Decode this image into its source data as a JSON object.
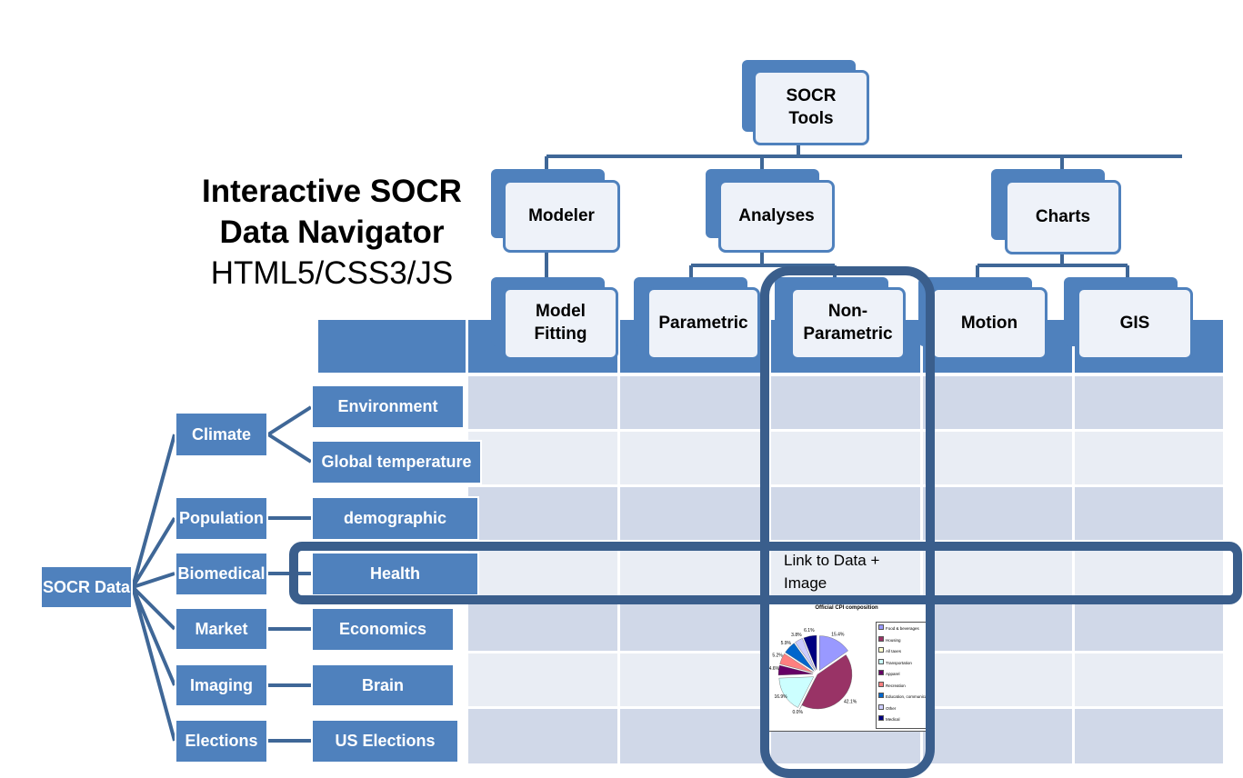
{
  "title": {
    "line1": "Interactive SOCR",
    "line2": "Data Navigator",
    "line3": "HTML5/CSS3/JS"
  },
  "tools_tree": {
    "root": "SOCR\nTools",
    "level1": [
      "Modeler",
      "Analyses",
      "Charts"
    ],
    "level2": [
      "Model\nFitting",
      "Parametric",
      "Non-\nParametric",
      "Motion",
      "GIS"
    ]
  },
  "data_tree": {
    "root": "SOCR Data",
    "categories": [
      "Climate",
      "Population",
      "Biomedical",
      "Market",
      "Imaging",
      "Elections"
    ],
    "subcategories": [
      "Environment",
      "Global temperature",
      "demographic",
      "Health",
      "Economics",
      "Brain",
      "US Elections"
    ]
  },
  "annotation": "Link to Data +\nImage",
  "colors": {
    "header": "#4f81bd",
    "row_dark": "#d0d8e8",
    "row_light": "#e9edf4",
    "highlight": "#3a5e8c"
  },
  "chart_data": {
    "type": "pie",
    "title": "Official CPI composition",
    "legend_position": "right",
    "categories": [
      "Food & beverages",
      "Housing",
      "All taxes",
      "Transportation",
      "Apparel",
      "Recreation",
      "Education, communication",
      "Other",
      "Medical"
    ],
    "values": [
      15.4,
      42.1,
      0.0,
      16.9,
      4.6,
      5.2,
      5.9,
      3.8,
      6.1
    ],
    "labels": [
      "15.4%",
      "42.1%",
      "0.0%",
      "16.9%",
      "4.6%",
      "5.2%",
      "5.9%",
      "3.8%",
      "6.1%"
    ],
    "colors": [
      "#9999ff",
      "#993366",
      "#ffffcc",
      "#ccffff",
      "#660066",
      "#ff8080",
      "#0066cc",
      "#ccccff",
      "#000080"
    ]
  }
}
